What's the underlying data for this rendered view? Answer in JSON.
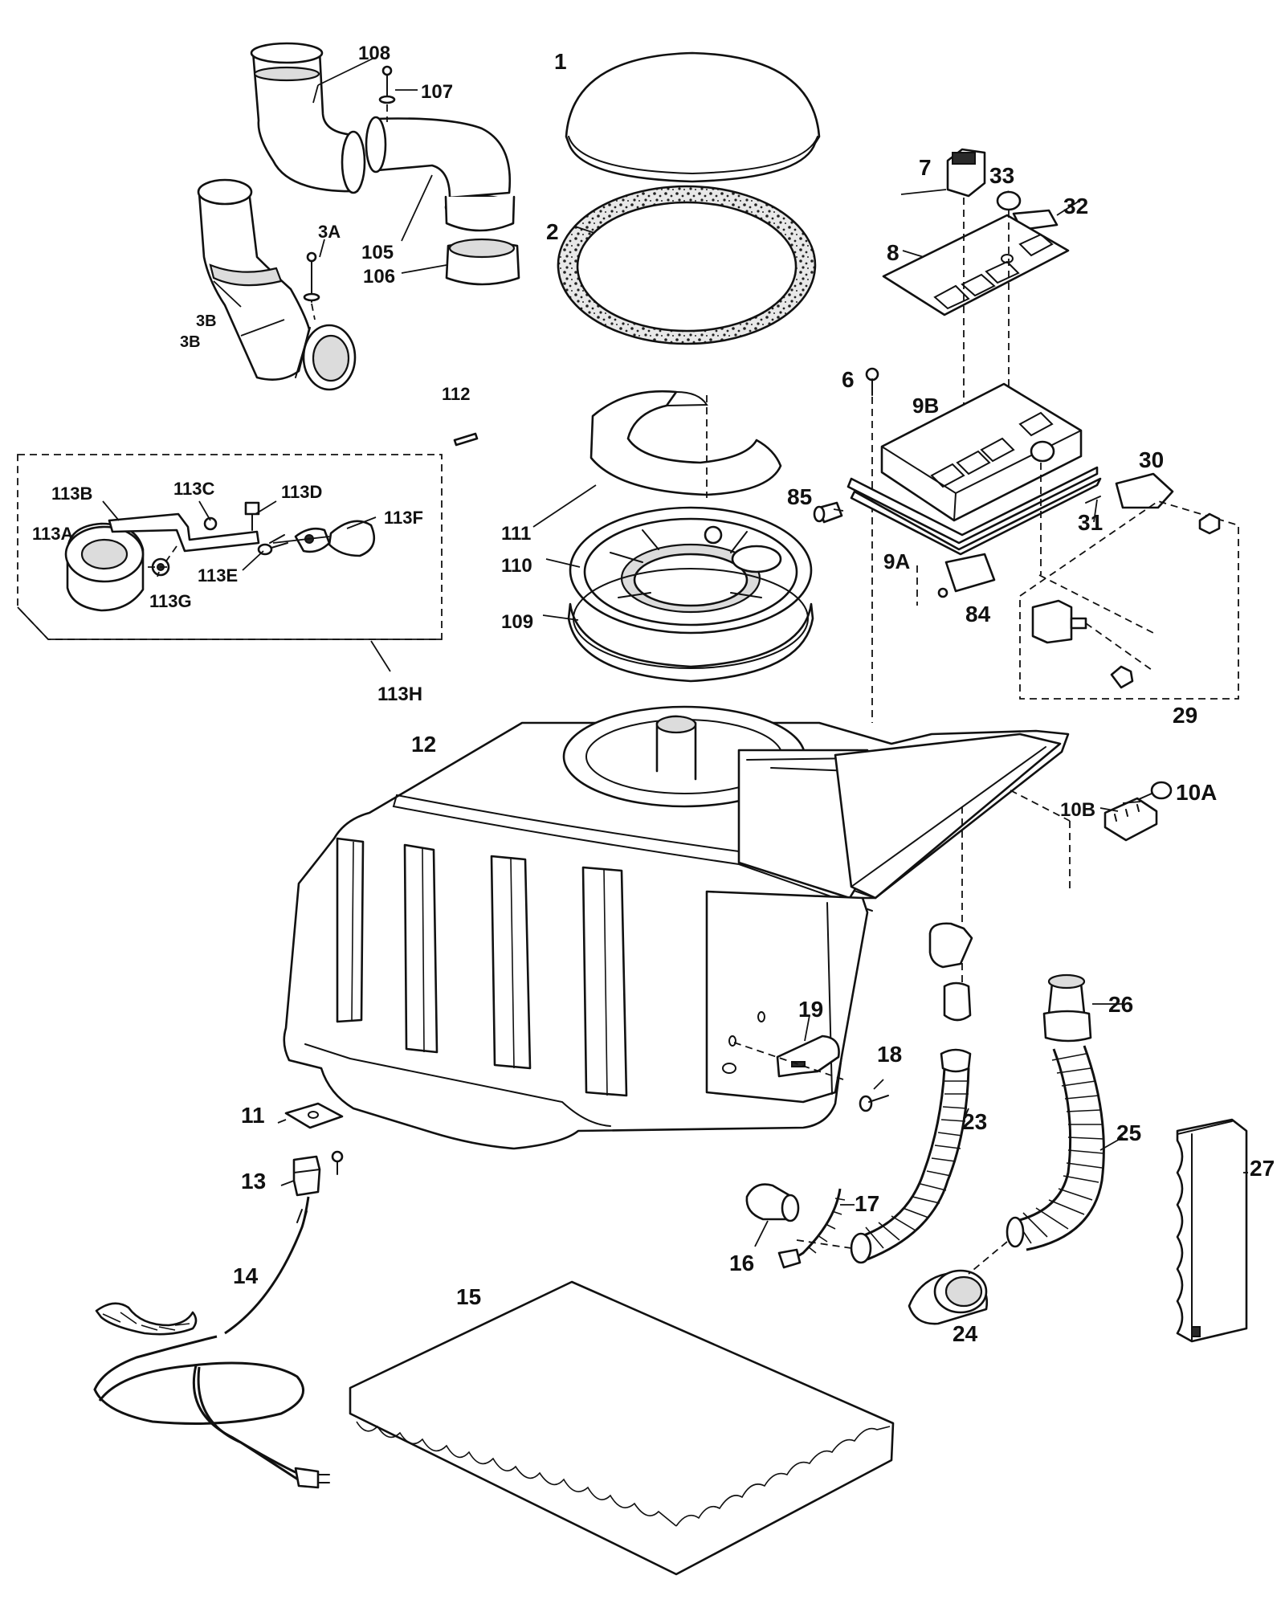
{
  "labels": {
    "p1": "1",
    "p2": "2",
    "p3A": "3A",
    "p3B_1": "3B",
    "p3B_2": "3B",
    "p6": "6",
    "p7": "7",
    "p8": "8",
    "p9A": "9A",
    "p9B": "9B",
    "p10A": "10A",
    "p10B": "10B",
    "p11": "11",
    "p12": "12",
    "p13": "13",
    "p14": "14",
    "p15": "15",
    "p16": "16",
    "p17": "17",
    "p18": "18",
    "p19": "19",
    "p23": "23",
    "p24": "24",
    "p25": "25",
    "p26": "26",
    "p27": "27",
    "p29": "29",
    "p30": "30",
    "p31": "31",
    "p32": "32",
    "p33": "33",
    "p84": "84",
    "p85": "85",
    "p105": "105",
    "p106": "106",
    "p107": "107",
    "p108": "108",
    "p109": "109",
    "p110": "110",
    "p111": "111",
    "p112": "112",
    "p113A": "113A",
    "p113B": "113B",
    "p113C": "113C",
    "p113D": "113D",
    "p113E": "113E",
    "p113F": "113F",
    "p113G": "113G",
    "p113H": "113H"
  }
}
